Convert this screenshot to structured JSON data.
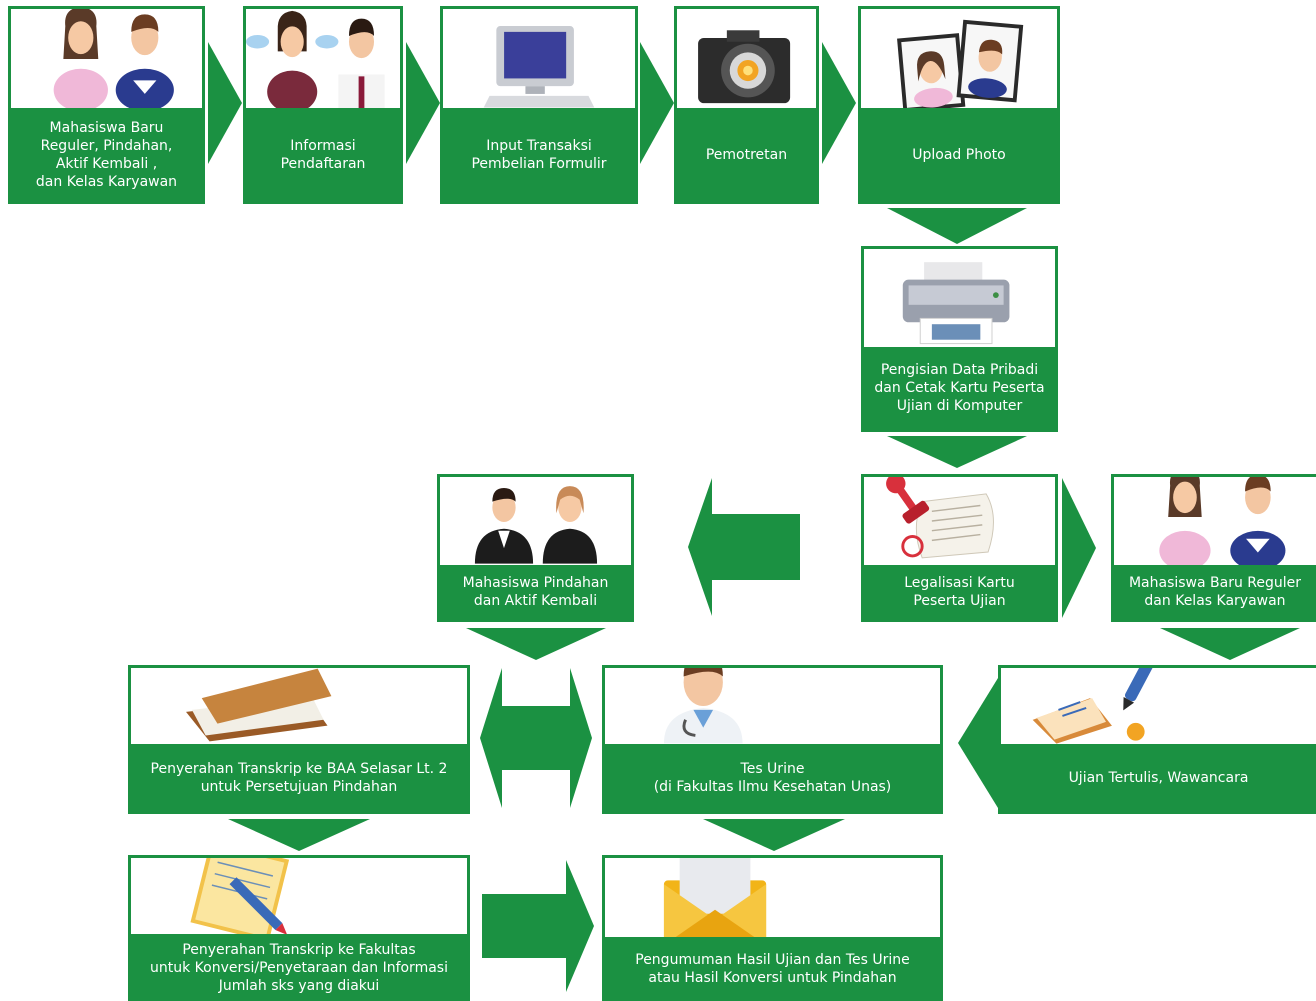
{
  "colors": {
    "green": "#1b9142",
    "white": "#ffffff"
  },
  "steps": [
    {
      "label": "Mahasiswa Baru\nReguler, Pindahan,\nAktif Kembali ,\ndan Kelas Karyawan",
      "icon": "students-icon"
    },
    {
      "label": "Informasi\nPendaftaran",
      "icon": "call-center-icon"
    },
    {
      "label": "Input Transaksi\nPembelian Formulir",
      "icon": "computer-icon"
    },
    {
      "label": "Pemotretan",
      "icon": "camera-icon"
    },
    {
      "label": "Upload Photo",
      "icon": "photos-icon"
    },
    {
      "label": "Pengisian Data Pribadi\ndan Cetak Kartu Peserta\nUjian di Komputer",
      "icon": "printer-icon"
    },
    {
      "label": "Legalisasi Kartu\nPeserta Ujian",
      "icon": "stamp-icon"
    },
    {
      "label": "Mahasiswa Baru Reguler\ndan Kelas Karyawan",
      "icon": "students-icon"
    },
    {
      "label": "Mahasiswa Pindahan\ndan Aktif Kembali",
      "icon": "business-people-icon"
    },
    {
      "label": "Ujian  Tertulis, Wawancara",
      "icon": "notebook-pen-icon"
    },
    {
      "label": "Tes Urine\n(di Fakultas Ilmu Kesehatan Unas)",
      "icon": "doctor-icon"
    },
    {
      "label": "Penyerahan Transkrip ke BAA Selasar Lt. 2\nuntuk Persetujuan Pindahan",
      "icon": "folder-icon"
    },
    {
      "label": "Penyerahan Transkrip ke Fakultas\nuntuk Konversi/Penyetaraan dan Informasi\nJumlah sks yang diakui",
      "icon": "notepad-pencil-icon"
    },
    {
      "label": "Pengumuman Hasil Ujian dan Tes Urine\natau Hasil Konversi untuk Pindahan",
      "icon": "envelope-icon"
    }
  ]
}
